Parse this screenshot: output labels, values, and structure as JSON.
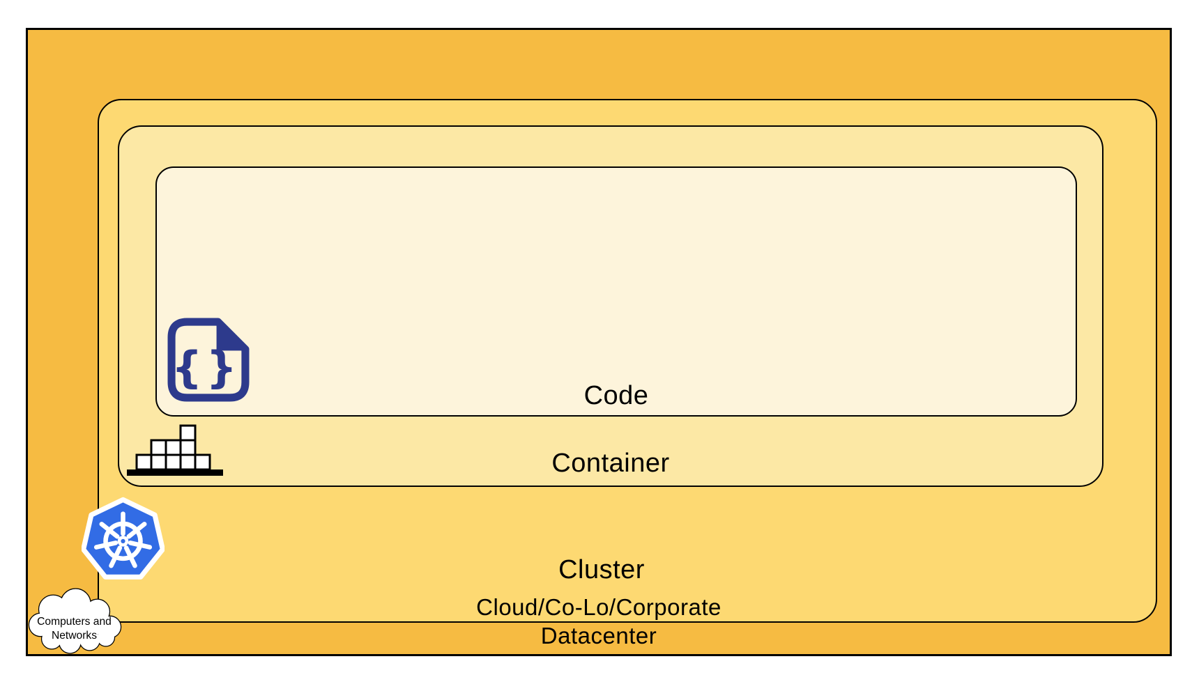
{
  "diagram": {
    "layers": {
      "code": {
        "label": "Code",
        "fill": "#FDF4DB"
      },
      "container": {
        "label": "Container",
        "fill": "#FCE8A5"
      },
      "cluster": {
        "label": "Cluster",
        "fill": "#FDD972"
      },
      "datacenter": {
        "label_line1": "Cloud/Co-Lo/Corporate",
        "label_line2": "Datacenter",
        "fill": "#F6BB42"
      }
    },
    "cloud_callout": {
      "line1": "Computers and",
      "line2": "Networks"
    },
    "icons": {
      "code_glyph": "{}",
      "code_icon_name": "code-file-icon",
      "container_icon_name": "container-boxes-icon",
      "cluster_icon_name": "kubernetes-icon",
      "datacenter_icon_name": "cloud-icon"
    },
    "colors": {
      "border": "#000000",
      "code_icon_navy": "#2D3A8C",
      "kubernetes_blue": "#326CE5",
      "box_white": "#FFFFFF",
      "text": "#000000"
    }
  }
}
